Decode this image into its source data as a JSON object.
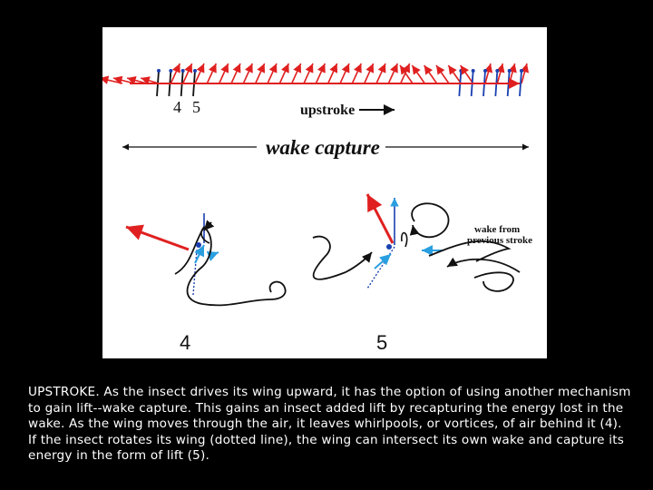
{
  "figure": {
    "label_4_top": "4",
    "label_5_top": "5",
    "upstroke_label": "upstroke",
    "wake_capture_label": "wake capture",
    "wake_from_line1": "wake from",
    "wake_from_line2": "previous stroke",
    "label_4_bottom": "4",
    "label_5_bottom": "5",
    "colors": {
      "force": "#e02020",
      "flow": "#2a9fe0",
      "wing": "#1a3fb0",
      "vortex": "#111111"
    }
  },
  "caption": "UPSTROKE.  As the insect drives its wing upward, it has the option of using another mechanism to gain lift--wake capture. This gains an insect added lift by recapturing the energy lost in the wake. As the wing moves through the air, it leaves whirlpools, or vortices, of air behind it (4). If the insect rotates its wing (dotted line), the wing can intersect its own wake and capture its energy in the form of lift (5)."
}
